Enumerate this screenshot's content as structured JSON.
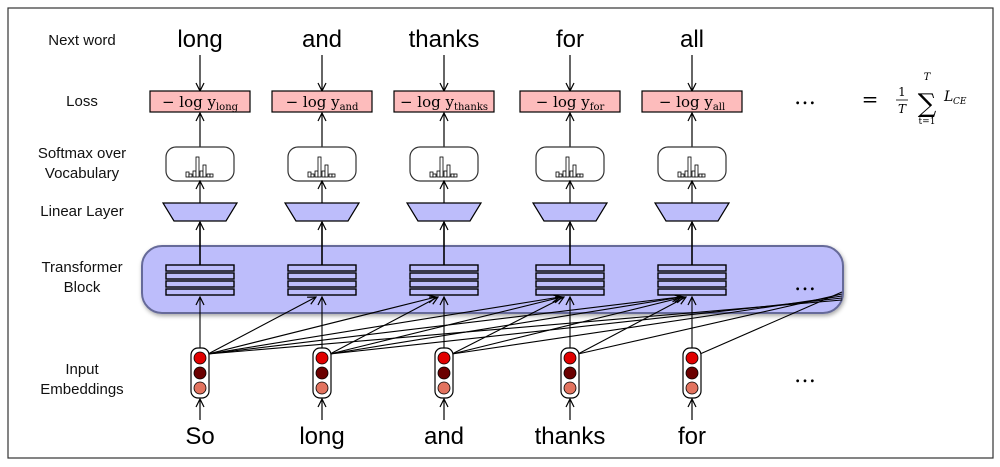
{
  "row_labels": {
    "next_word": "Next word",
    "loss": "Loss",
    "softmax": [
      "Softmax over",
      "Vocabulary"
    ],
    "linear": "Linear Layer",
    "transformer": [
      "Transformer",
      "Block"
    ],
    "input": [
      "Input",
      "Embeddings"
    ]
  },
  "next_words": [
    "long",
    "and",
    "thanks",
    "for",
    "all"
  ],
  "input_words": [
    "So",
    "long",
    "and",
    "thanks",
    "for"
  ],
  "loss_terms": [
    {
      "prefix": "− log y",
      "sub": "long"
    },
    {
      "prefix": "− log y",
      "sub": "and"
    },
    {
      "prefix": "− log y",
      "sub": "thanks"
    },
    {
      "prefix": "− log y",
      "sub": "for"
    },
    {
      "prefix": "− log y",
      "sub": "all"
    }
  ],
  "ellipsis": "…",
  "total_loss": {
    "equals": "=",
    "frac_num": "1",
    "frac_den": "T",
    "sum": "∑",
    "sum_top": "T",
    "sum_bottom": "t=1",
    "term": "L",
    "term_sub": "CE"
  },
  "colors": {
    "loss_fill": "#fdbcbc",
    "block_fill": "#bdbdfb",
    "light_red": "#e00000",
    "light_dark": "#6b0000",
    "light_salmon": "#e2735f"
  }
}
